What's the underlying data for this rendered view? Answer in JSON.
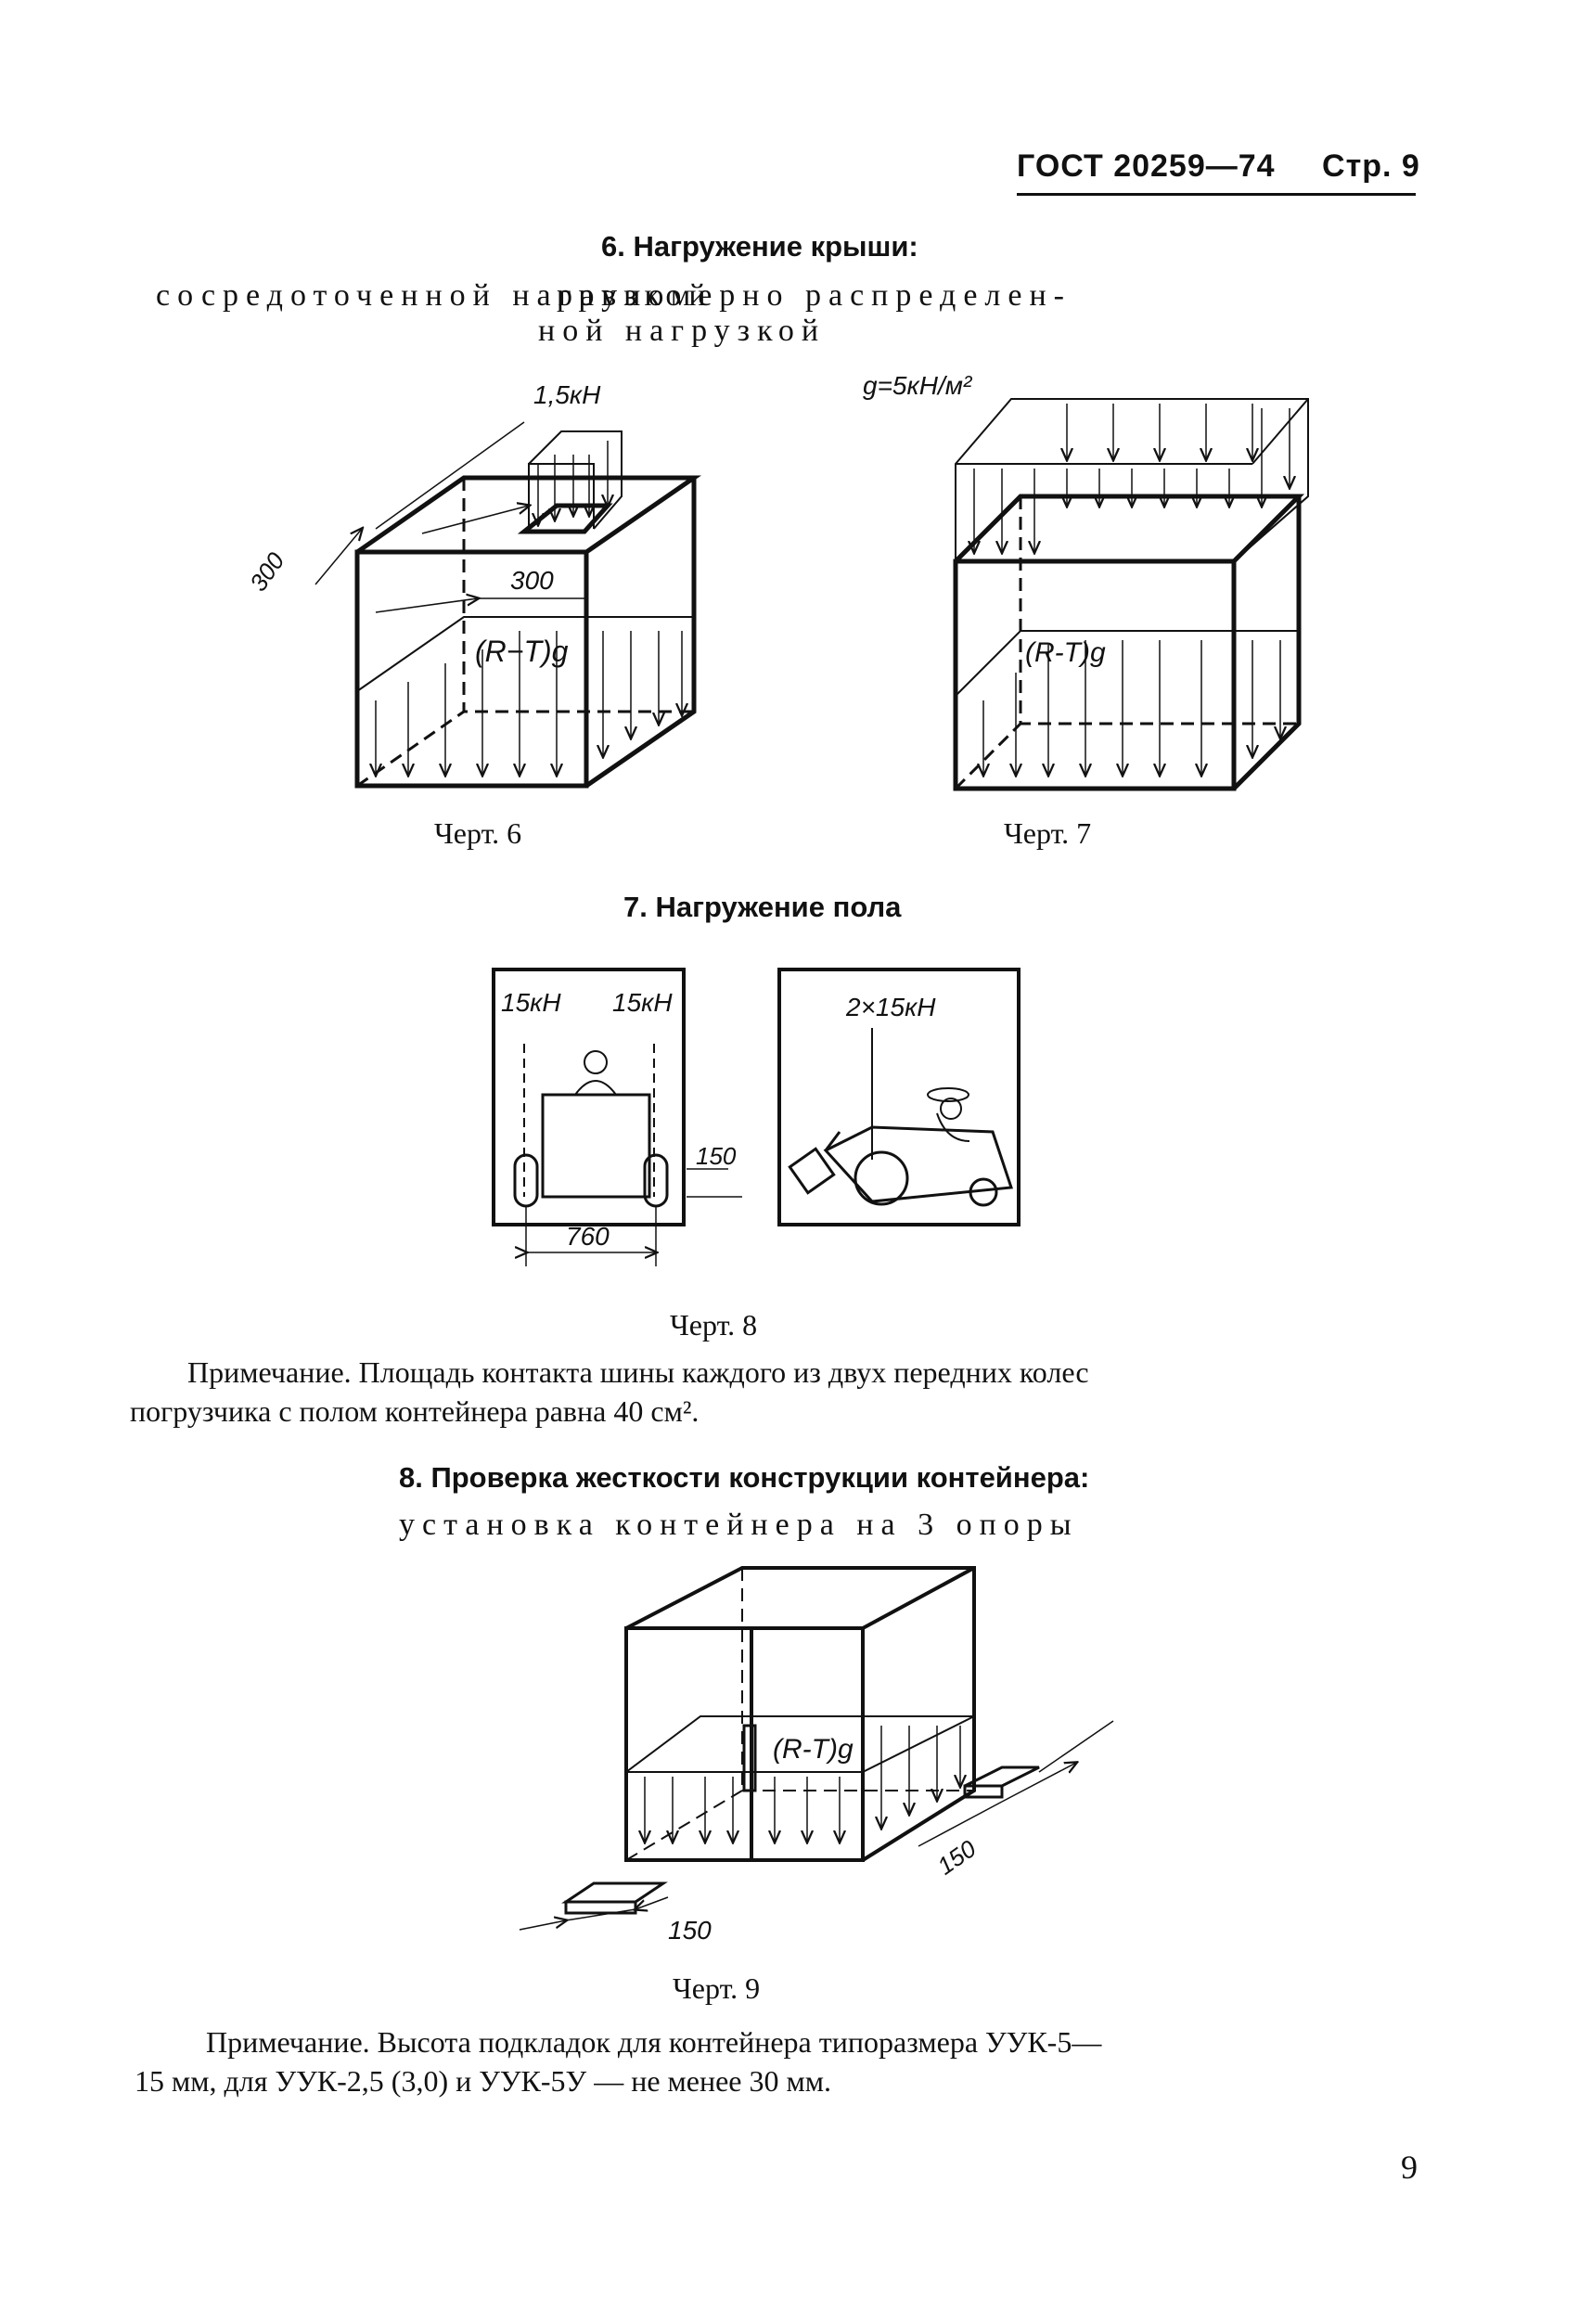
{
  "header": {
    "standard": "ГОСТ 20259—74",
    "page_label": "Стр. 9"
  },
  "section6": {
    "title": "6. Нагружение крыши:",
    "subtitle_left": "сосредоточенной нагрузкой",
    "subtitle_right_line1": "равномерно распределен-",
    "subtitle_right_line2": "ной нагрузкой"
  },
  "fig6": {
    "caption": "Черт. 6",
    "load": "1,5кН",
    "dim_a": "300",
    "dim_b": "300",
    "formula": "(R−T)g"
  },
  "fig7": {
    "caption": "Черт. 7",
    "load": "g=5кН/м²",
    "formula": "(R-T)g"
  },
  "section7": {
    "title": "7. Нагружение пола"
  },
  "fig8": {
    "caption": "Черт. 8",
    "load_left": "15кН",
    "load_right": "15кН",
    "load_top": "2×15кН",
    "dim_width": "760",
    "dim_side": "150"
  },
  "note1": {
    "line1": "Примечание. Площадь контакта шины каждого из двух передних колес",
    "line2": "погрузчика с полом контейнера равна 40 см²."
  },
  "section8": {
    "title": "8. Проверка жесткости конструкции контейнера:",
    "subtitle": "установка контейнера на 3 опоры"
  },
  "fig9": {
    "caption": "Черт. 9",
    "formula": "(R-T)g",
    "dim_left": "150",
    "dim_right": "150"
  },
  "note2": {
    "line1": "Примечание. Высота подкладок для контейнера типоразмера УУК-5—",
    "line2": "15 мм, для УУК-2,5 (3,0) и УУК-5У — не менее 30 мм."
  },
  "page_number": "9"
}
